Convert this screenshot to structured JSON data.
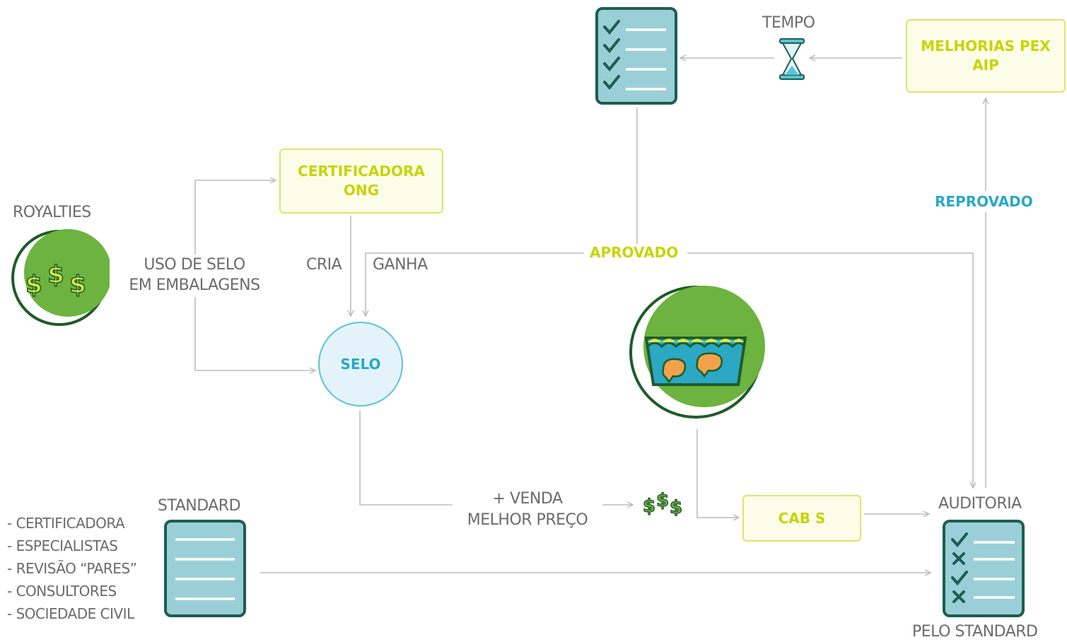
{
  "colors": {
    "line": "#bdbdbd",
    "yellow_text": "#c8d400",
    "yellow_border": "#d8e86a",
    "yellow_fill": "#fbfde9",
    "blue_text": "#2aa8c4",
    "green_dark": "#1f5b2b",
    "green_mid": "#6cb33f",
    "doc_fill": "#9bcfd8",
    "doc_border": "#1c5e4f"
  },
  "labels": {
    "royalties": "ROYALTIES",
    "uso_de_selo_1": "USO DE SELO",
    "uso_de_selo_2": "EM EMBALAGENS",
    "cria": "CRIA",
    "ganha": "GANHA",
    "aprovado": "APROVADO",
    "reprovado": "REPROVADO",
    "tempo": "TEMPO",
    "venda_1": "+ VENDA",
    "venda_2": "MELHOR PREÇO",
    "standard": "STANDARD",
    "auditoria": "AUDITORIA",
    "pelo_standard": "PELO STANDARD"
  },
  "boxes": {
    "certificadora_1": "CERTIFICADORA",
    "certificadora_2": "ONG",
    "melhorias_1": "MELHORIAS PEX",
    "melhorias_2": "AIP",
    "cab_s": "CAB S",
    "selo": "SELO"
  },
  "standard_list": [
    "- CERTIFICADORA",
    "- ESPECIALISTAS",
    "- REVISÃO “PARES”",
    "- CONSULTORES",
    "- SOCIEDADE CIVIL"
  ],
  "icons": {
    "royalties": "dollar-coins-icon",
    "checklist": "checklist-icon",
    "hourglass": "hourglass-icon",
    "shrimp": "shrimp-tank-icon",
    "money": "small-dollar-icon",
    "standard_doc": "document-icon",
    "audit_doc": "audit-checklist-icon"
  }
}
